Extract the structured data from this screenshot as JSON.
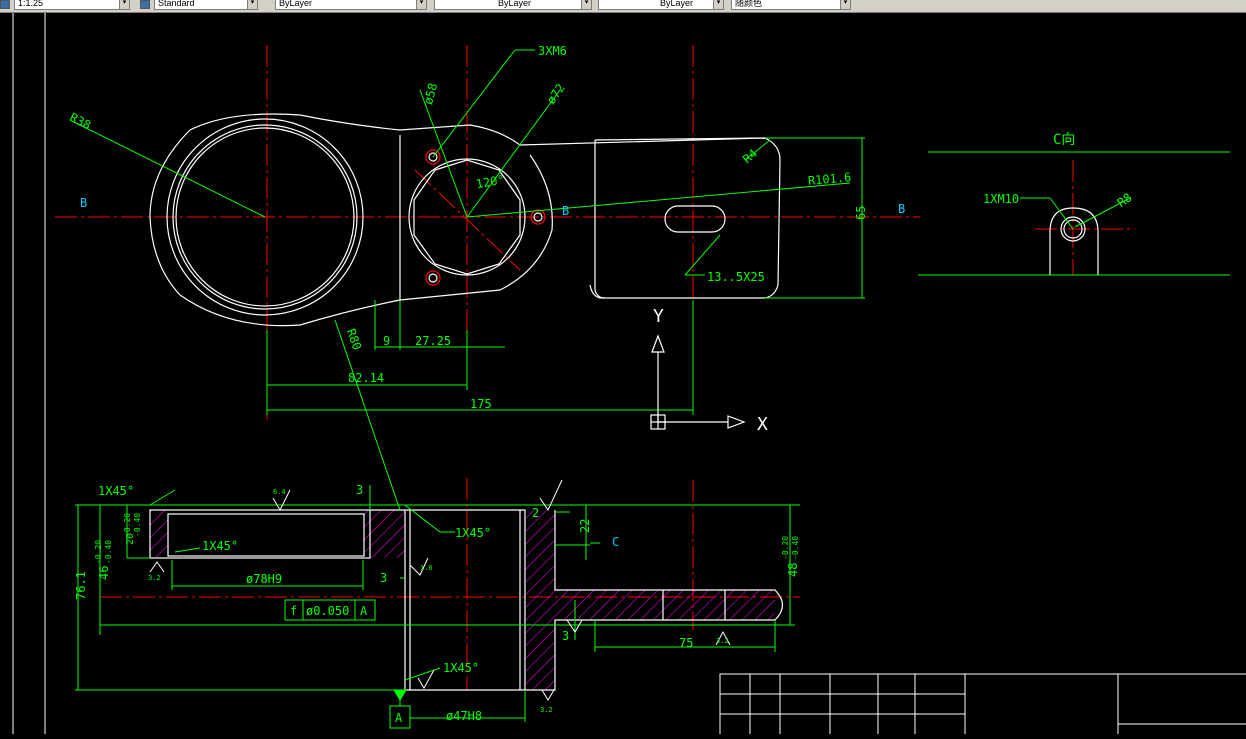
{
  "toolbar": {
    "scale_value": "1:1.25",
    "text_style_value": "Standard",
    "layer_value": "ByLayer",
    "linetype_value": "ByLayer",
    "lineweight_value": "ByLayer",
    "color_value": "随颜色"
  },
  "drawing": {
    "dims": {
      "thread_holes": "3XM6",
      "dia_58": "ø58",
      "dia_72": "ø72",
      "r38": "R38",
      "r4": "R4",
      "r101": "R101.6",
      "angle_120": "120°",
      "slot": "13..5X25",
      "h65": "65",
      "r80": "R80",
      "d9": "9",
      "d27": "27.25",
      "d82": "82.14",
      "d175": "175",
      "c_view": "C向",
      "c_thread": "1XM10",
      "c_r8": "R8",
      "sec_label_b": "B",
      "axis_x": "X",
      "axis_y": "Y",
      "ch1": "1X45°",
      "ch2": "1X45°",
      "ch3": "1X45°",
      "ch4": "1X45°",
      "rough_64": "6.4",
      "rough_32a": "3.2",
      "rough_32b": "3.2",
      "rough_32c": "3.2",
      "rough_16": "1.6",
      "d3a": "3",
      "d3b": "3",
      "d3c": "3",
      "d2": "2",
      "d22": "22",
      "c_arrow": "C",
      "h20": "20",
      "tol20": "-0.20",
      "tol20b": "-0.40",
      "h46": "46",
      "tol46": "-0.20",
      "tol46b": "-0.40",
      "h48": "48",
      "tol48": "-0.20",
      "tol48b": "-0.40",
      "h761": "76.1",
      "dia78": "ø78H9",
      "dia47": "ø47H8",
      "d75": "75",
      "tol_f": "f",
      "tol_val": "ø0.050",
      "tol_ref": "A",
      "datum_a": "A"
    }
  }
}
